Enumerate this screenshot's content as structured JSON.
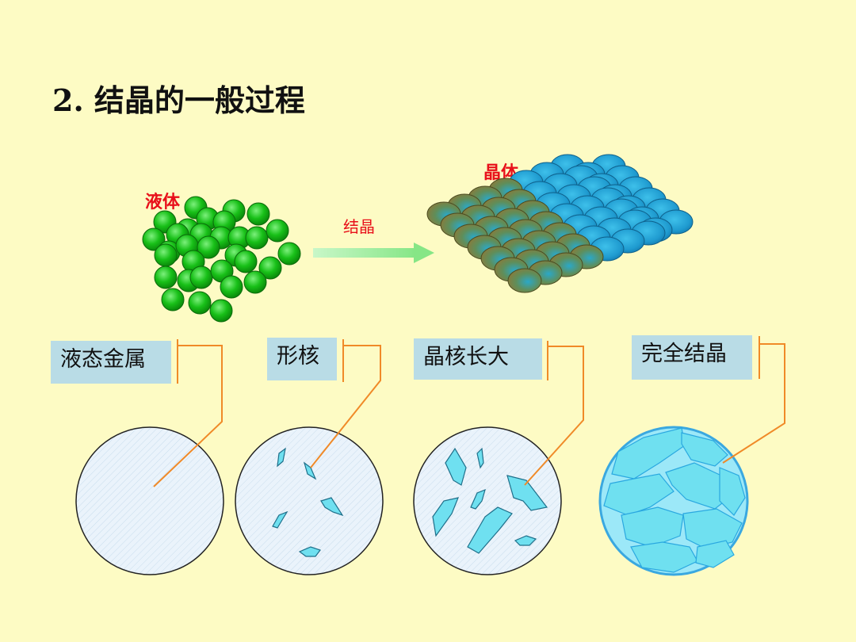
{
  "slide": {
    "title": "2. 结晶的一般过程",
    "liquid_label": "液体",
    "crystal_label": "晶体",
    "arrow_label": "结晶",
    "stages": [
      {
        "label": "液态金属"
      },
      {
        "label": "形核"
      },
      {
        "label": "晶核长大"
      },
      {
        "label": "完全结晶"
      }
    ]
  },
  "colors": {
    "background": "#fdfbc4",
    "label_red": "#e8101a",
    "green_sphere": "#18c018",
    "blue_sphere": "#2a9fd0",
    "olive_sphere": "#7a7a3a",
    "arrow": "#a8f0a8",
    "crystal_fill": "#6fe0f0",
    "callout_line": "#f08a28",
    "label_box": "#b9dce6"
  }
}
